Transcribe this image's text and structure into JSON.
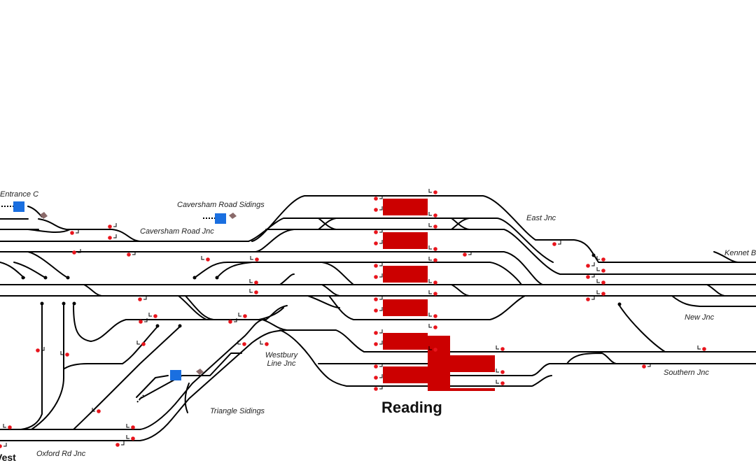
{
  "station_name": "Reading",
  "labels": {
    "entrance_c": "Entrance C",
    "caversham_road_sidings": "Caversham Road Sidings",
    "caversham_road_jnc": "Caversham Road Jnc",
    "east_jnc": "East Jnc",
    "kennet_b": "Kennet B",
    "new_jnc": "New Jnc",
    "westbury_line_jnc_1": "Westbury",
    "westbury_line_jnc_2": "Line Jnc",
    "triangle_sidings": "Triangle Sidings",
    "southern_jnc": "Southern Jnc",
    "oxford_rd_jnc": "Oxford Rd Jnc",
    "west_fragment": "Vest"
  },
  "colors": {
    "track": "#000000",
    "platform": "#cc0000",
    "signal": "#e8141c",
    "siding_marker": "#1a6fe0",
    "buffer_stop": "#8a6a6a"
  }
}
